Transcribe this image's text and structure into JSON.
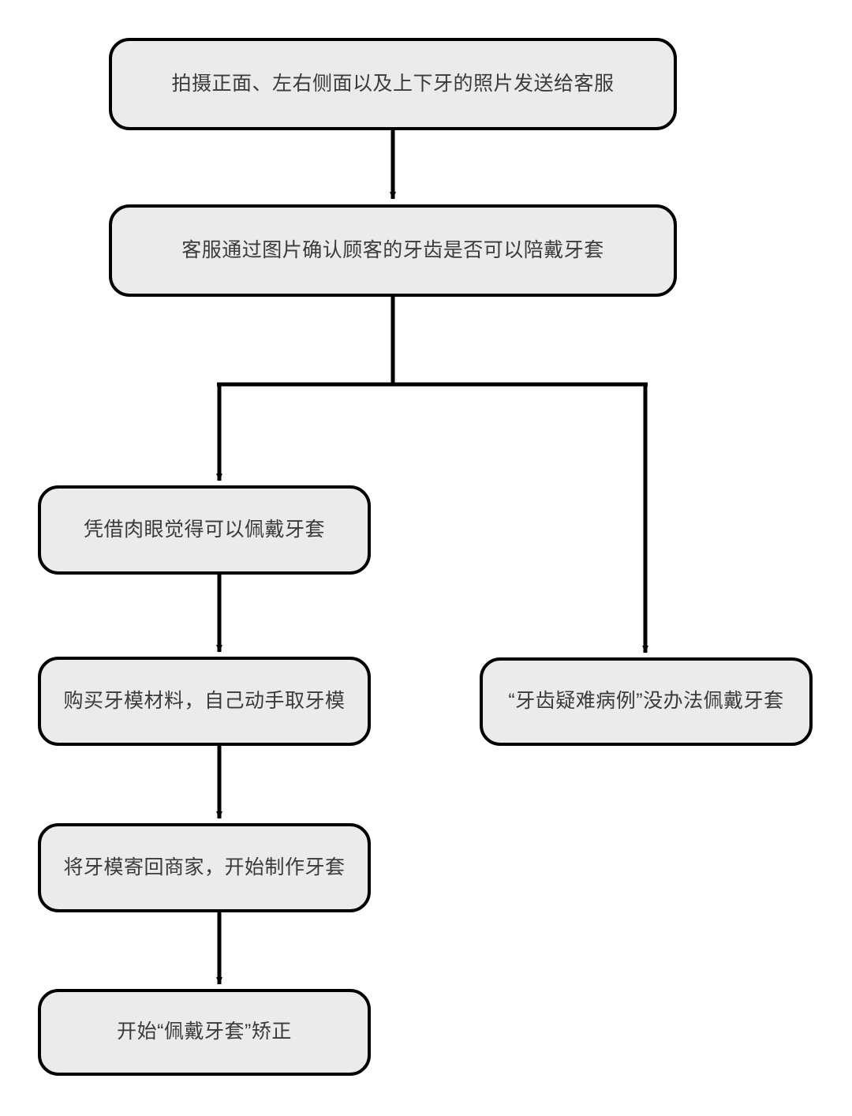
{
  "chart_data": {
    "type": "diagram",
    "title": "",
    "diagram_kind": "flowchart",
    "orientation": "top-to-bottom",
    "nodes": [
      {
        "id": "photo",
        "label": "拍摄正面、左右侧面以及上下牙的照片发送给客服",
        "shape": "rounded-rect"
      },
      {
        "id": "confirm",
        "label": "客服通过图片确认顾客的牙齿是否可以陪戴牙套",
        "shape": "rounded-rect"
      },
      {
        "id": "eye_ok",
        "label": "凭借肉眼觉得可以佩戴牙套",
        "shape": "rounded-rect"
      },
      {
        "id": "buy_mold",
        "label": "购买牙模材料，自己动手取牙模",
        "shape": "rounded-rect"
      },
      {
        "id": "hard_case",
        "label": "“牙齿疑难病例”没办法佩戴牙套",
        "shape": "rounded-rect"
      },
      {
        "id": "send_back",
        "label": "将牙模寄回商家，开始制作牙套",
        "shape": "rounded-rect"
      },
      {
        "id": "start_fix",
        "label": "开始“佩戴牙套”矫正",
        "shape": "rounded-rect"
      }
    ],
    "edges": [
      {
        "from": "photo",
        "to": "confirm",
        "label": "",
        "style": "straight-arrow"
      },
      {
        "from": "confirm",
        "to": "eye_ok",
        "label": "",
        "style": "elbow-arrow-left"
      },
      {
        "from": "confirm",
        "to": "hard_case",
        "label": "",
        "style": "elbow-arrow-right"
      },
      {
        "from": "eye_ok",
        "to": "buy_mold",
        "label": "",
        "style": "straight-arrow"
      },
      {
        "from": "buy_mold",
        "to": "send_back",
        "label": "",
        "style": "straight-arrow"
      },
      {
        "from": "send_back",
        "to": "start_fix",
        "label": "",
        "style": "straight-arrow"
      }
    ],
    "colors": {
      "node_fill": "#ebebeb",
      "node_border": "#000000",
      "text": "#3a3a3a",
      "edge": "#000000",
      "background": "#ffffff"
    }
  }
}
